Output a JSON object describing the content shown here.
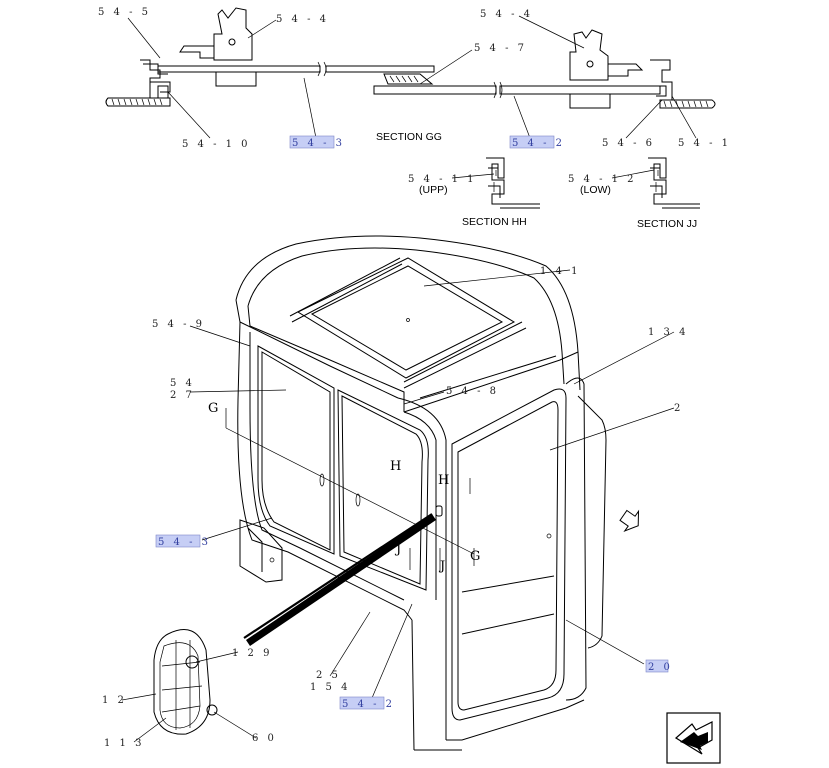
{
  "section_titles": {
    "gg": "SECTION GG",
    "hh": "SECTION HH",
    "jj": "SECTION JJ",
    "upp": "(UPP)",
    "low": "(LOW)"
  },
  "callouts": {
    "c54_5": "5 4 - 5",
    "c54_4_left": "5 4 - 4",
    "c54_4_right": "5 4 - 4",
    "c54_7": "5 4 - 7",
    "c54_10": "5 4 - 1 0",
    "c54_3_top": "5 4 - 3",
    "c54_2_top": "5 4 - 2",
    "c54_6": "5 4 - 6",
    "c54_1": "5 4 - 1",
    "c54_11": "5 4 - 1 1",
    "c54_12": "5 4 - 1 2",
    "c141": "1 4 1",
    "c54_9": "5 4 - 9",
    "c134": "1 3 4",
    "c54_27": [
      "5 4",
      "2 7"
    ],
    "c54_8": "5 4 - 8",
    "c2": "2",
    "c54_3_mid": "5 4 - 3",
    "c129": "1 2 9",
    "c25": "2 5",
    "c154": "1 5 4",
    "c54_2_bot": "5 4 - 2",
    "c20": "2 0",
    "c12": "1 2",
    "c113": "1 1 3",
    "c60": "6 0"
  },
  "section_markers": {
    "g1": "G",
    "g2": "G",
    "h1": "H",
    "h2": "H",
    "j1": "J",
    "j2": "J"
  }
}
